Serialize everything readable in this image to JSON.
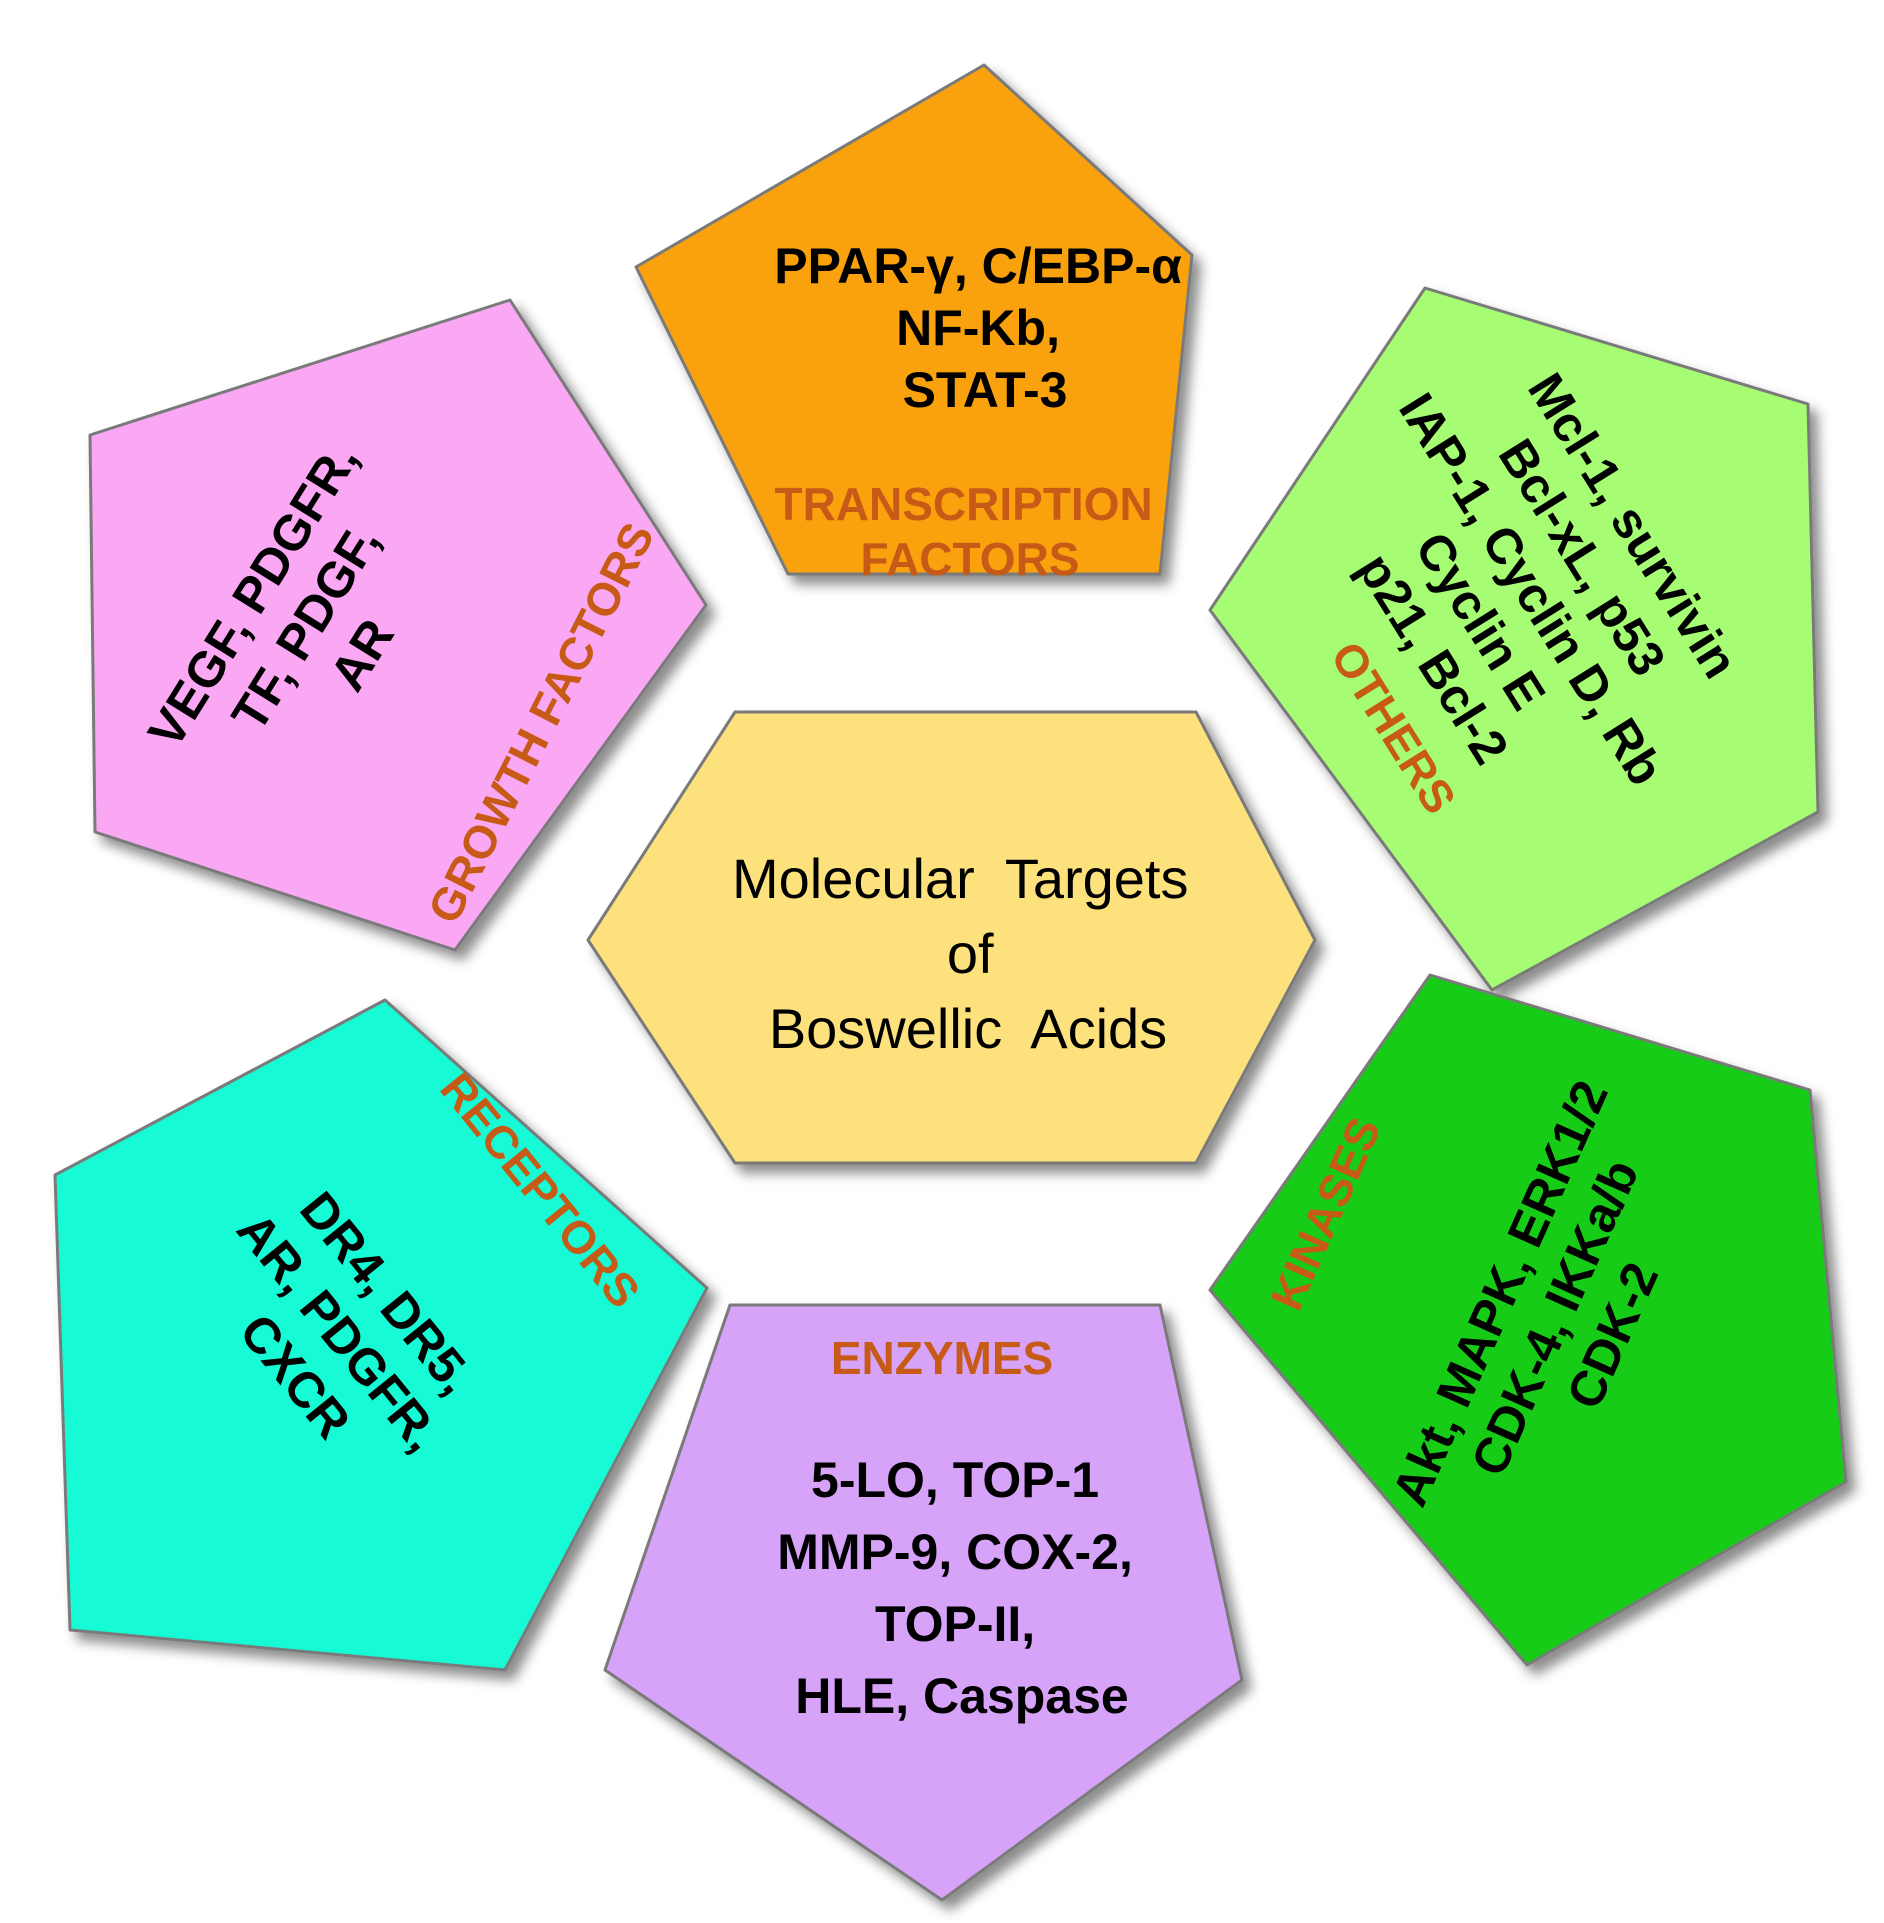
{
  "center": {
    "lines": [
      "Molecular  Targets",
      "of",
      "Boswellic  Acids"
    ],
    "fill": "#fce17c"
  },
  "colors": {
    "text": "#000000",
    "category_text": "#c65a16"
  },
  "groups": [
    {
      "id": "transcription",
      "category": [
        "TRANSCRIPTION",
        "FACTORS"
      ],
      "items": [
        "PPAR-γ, C/EBP-α",
        "NF-Kb,",
        "STAT-3"
      ],
      "fill": "#f9a20b"
    },
    {
      "id": "others",
      "category": [
        "OTHERS"
      ],
      "items": [
        "Mcl-1, survivin",
        "Bcl-xL, p53",
        "IAP-1, Cyclin D, Rb",
        "Cyclin E",
        "p21, Bcl-2"
      ],
      "fill": "#a6fc73"
    },
    {
      "id": "kinases",
      "category": [
        "KINASES"
      ],
      "items": [
        "Akt, MAPK, ERK1/2",
        "CDK-4, IKKa/b",
        "CDK-2"
      ],
      "fill": "#13cc13"
    },
    {
      "id": "enzymes",
      "category": [
        "ENZYMES"
      ],
      "items": [
        "5-LO,  TOP-1",
        "MMP-9, COX-2,",
        "TOP-II,",
        "HLE, Caspase"
      ],
      "fill": "#d7a3f8"
    },
    {
      "id": "receptors",
      "category": [
        "RECEPTORS"
      ],
      "items": [
        "DR4, DR5,",
        "AR, PDGFR,",
        "CXCR"
      ],
      "fill": "#12fbd6"
    },
    {
      "id": "growth",
      "category": [
        "GROWTH FACTORS"
      ],
      "items": [
        "VEGF, PDGFR,",
        "TF, PDGF,",
        "AR"
      ],
      "fill": "#fba8f4"
    }
  ]
}
